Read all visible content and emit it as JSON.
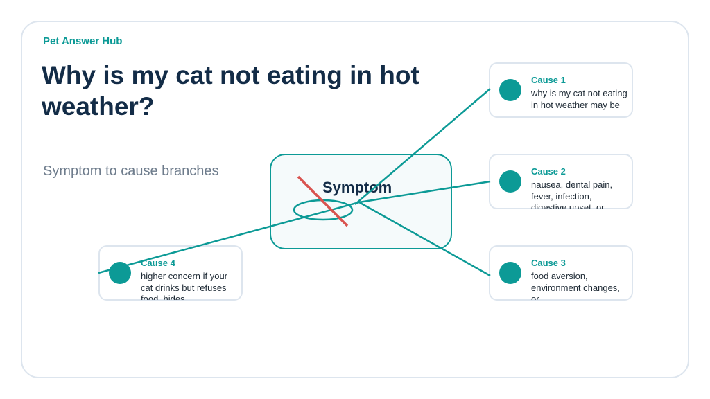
{
  "brand": "Pet Answer Hub",
  "title": "Why is my cat not eating in hot weather?",
  "subtitle": "Symptom to cause branches",
  "symptom": {
    "label": "Symptom"
  },
  "causes": [
    {
      "title": "Cause 1",
      "text": "why is my cat not eating in hot weather may be"
    },
    {
      "title": "Cause 2",
      "text": "nausea, dental pain, fever, infection, digestive upset, or"
    },
    {
      "title": "Cause 3",
      "text": "food aversion, environment changes, or"
    },
    {
      "title": "Cause 4",
      "text": "higher concern if your cat drinks but refuses food, hides,"
    }
  ],
  "colors": {
    "accent": "#0c9a96",
    "title": "#132c47",
    "strike": "#d9534f",
    "border": "#dde5ee"
  }
}
